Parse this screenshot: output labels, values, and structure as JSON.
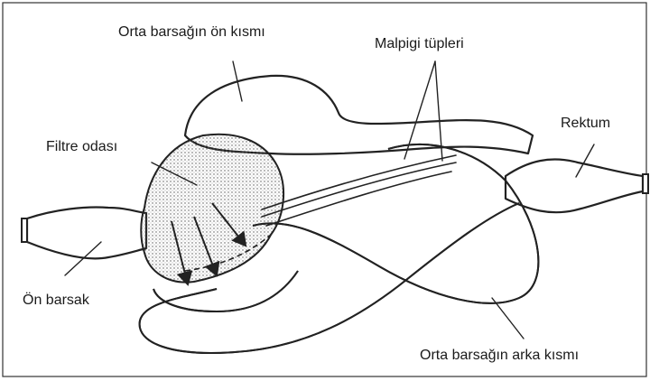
{
  "labels": {
    "anterior_midgut": "Orta barsağın ön kısmı",
    "malpighian_tubules": "Malpigi tüpleri",
    "filter_chamber": "Filtre odası",
    "rectum": "Rektum",
    "foregut": "Ön barsak",
    "posterior_midgut": "Orta barsağın arka kısmı"
  }
}
